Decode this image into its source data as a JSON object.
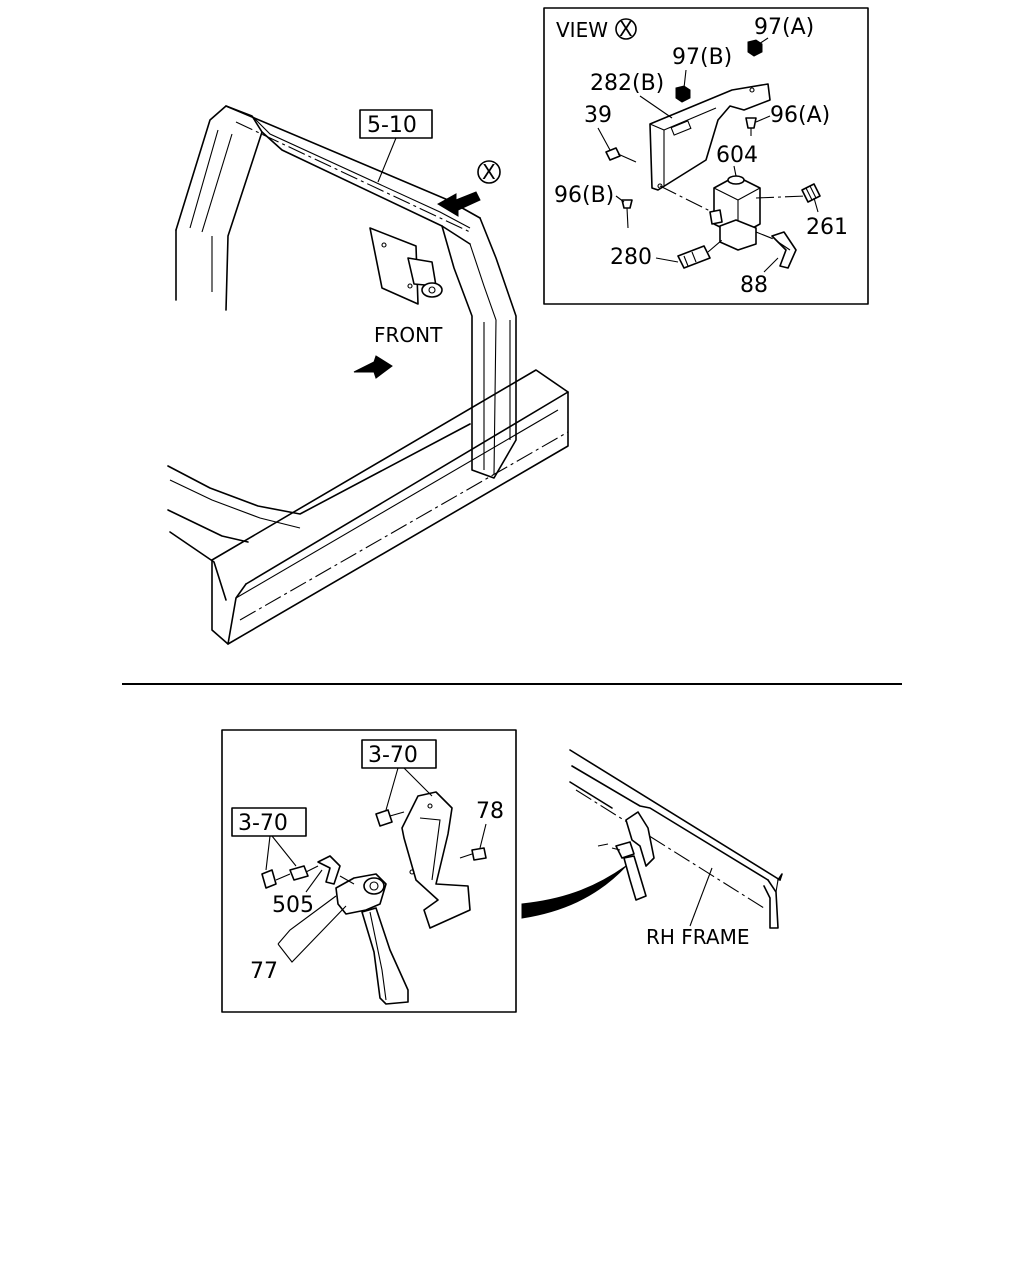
{
  "top_view": {
    "ref_box_label": "5-10",
    "front_label": "FRONT",
    "view_marker": "X"
  },
  "inset_view_x": {
    "title_prefix": "VIEW",
    "title_marker": "X",
    "callouts": {
      "p97a": "97(A)",
      "p97b": "97(B)",
      "p282b": "282(B)",
      "p96a": "96(A)",
      "p39": "39",
      "p604": "604",
      "p96b": "96(B)",
      "p261": "261",
      "p280": "280",
      "p88": "88"
    }
  },
  "bottom_view": {
    "ref_box_upper": "3-70",
    "ref_box_left": "3-70",
    "callouts": {
      "p78": "78",
      "p505": "505",
      "p77": "77"
    },
    "frame_label": "RH FRAME"
  }
}
